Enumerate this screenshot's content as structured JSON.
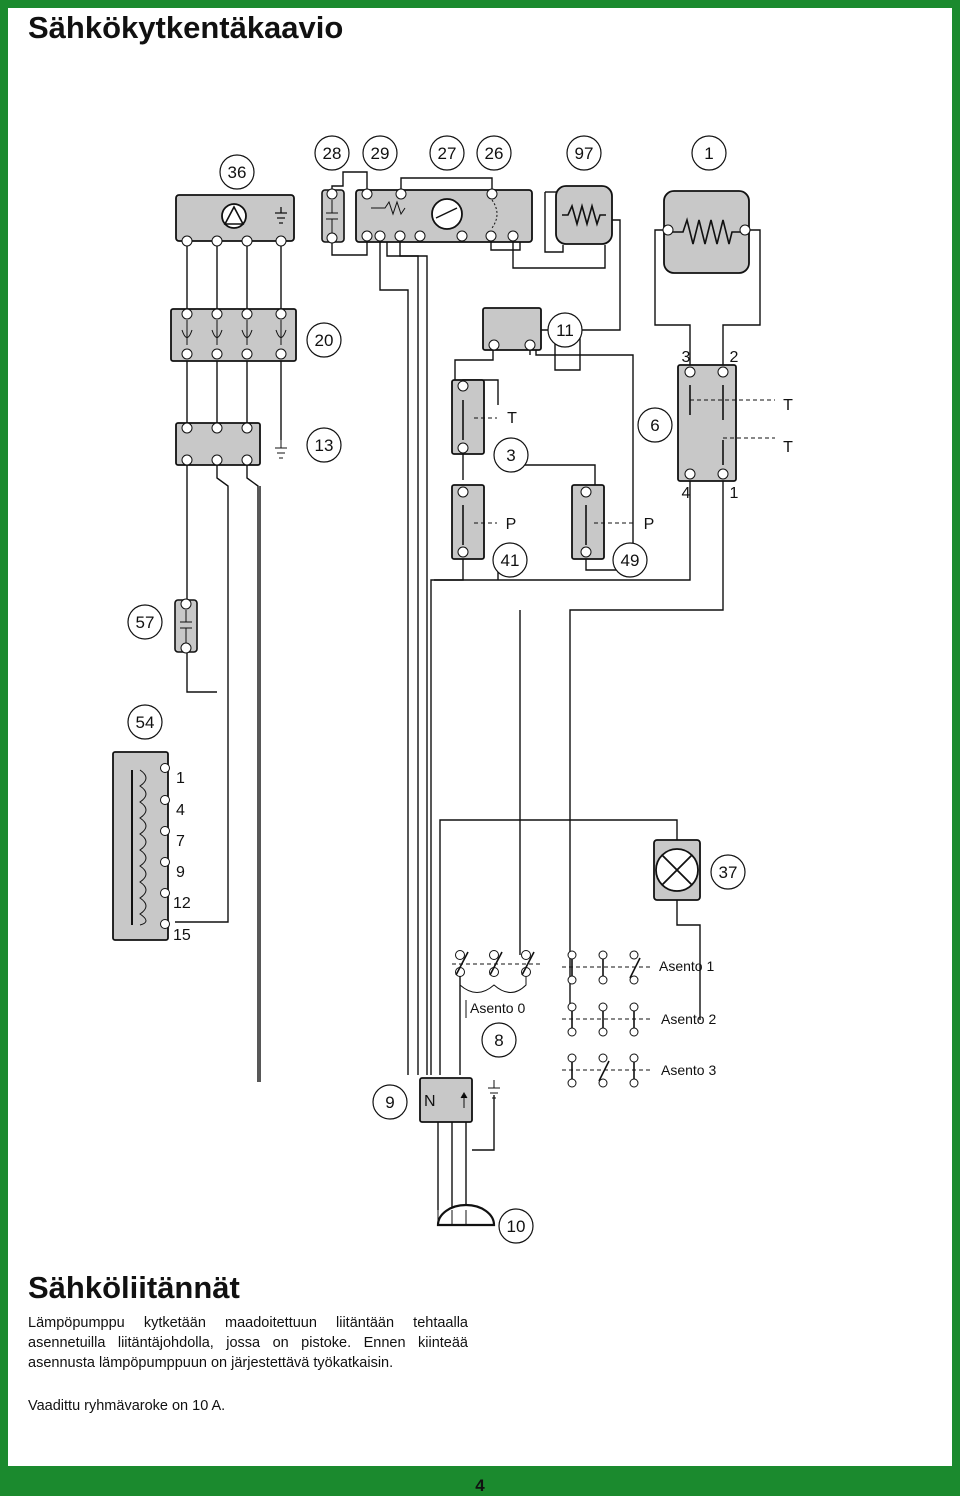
{
  "title": "Sähkökytkentäkaavio",
  "diagram": {
    "component_numbers": [
      "36",
      "28",
      "29",
      "27",
      "26",
      "97",
      "1",
      "20",
      "11",
      "13",
      "3",
      "6",
      "41",
      "49",
      "57",
      "54",
      "37",
      "8",
      "9",
      "10"
    ],
    "thermostat_symbol": "T",
    "pressostat_symbol": "P",
    "thermostat_terminals": [
      "3",
      "2",
      "4",
      "1"
    ],
    "transformer_taps": [
      "1",
      "4",
      "7",
      "9",
      "12",
      "15"
    ],
    "switch_positions": [
      "Asento 0",
      "Asento 1",
      "Asento 2",
      "Asento 3"
    ],
    "neutral_label": "N"
  },
  "section_title": "Sähköliitännät",
  "paragraphs": [
    "Lämpöpumppu kytketään maadoitettuun liitäntään tehtaalla asennetuilla liitäntäjohdolla, jossa on pistoke. Ennen kiinteää asennusta lämpöpumppuun on järjestettävä työkatkaisin.",
    "Vaadittu ryhmävaroke on 10 A."
  ],
  "page_number": "4",
  "colors": {
    "border": "#1b8a2e",
    "component_fill": "#c8c8c8",
    "line": "#111111"
  }
}
